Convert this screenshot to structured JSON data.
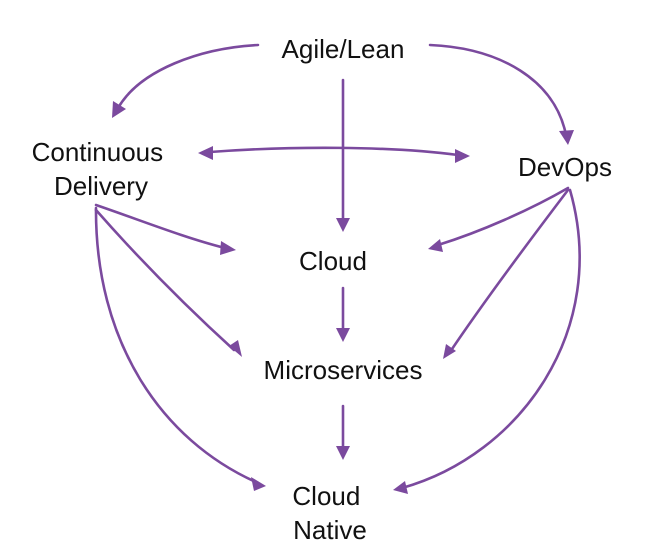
{
  "colors": {
    "edge": "#7b4a9e",
    "text": "#111111",
    "background": "#ffffff"
  },
  "nodes": {
    "agile_lean": {
      "label": "Agile/Lean"
    },
    "continuous_delivery": {
      "lines": [
        "Continuous",
        "Delivery"
      ]
    },
    "devops": {
      "label": "DevOps"
    },
    "cloud": {
      "label": "Cloud"
    },
    "microservices": {
      "label": "Microservices"
    },
    "cloud_native": {
      "lines": [
        "Cloud",
        "Native"
      ]
    }
  },
  "edges": [
    {
      "from": "Agile/Lean",
      "to": "Continuous Delivery"
    },
    {
      "from": "Agile/Lean",
      "to": "DevOps"
    },
    {
      "from": "Agile/Lean",
      "to": "Cloud"
    },
    {
      "from": "Continuous Delivery",
      "to": "DevOps",
      "bidirectional": true
    },
    {
      "from": "Continuous Delivery",
      "to": "Cloud"
    },
    {
      "from": "Continuous Delivery",
      "to": "Microservices"
    },
    {
      "from": "Continuous Delivery",
      "to": "Cloud Native"
    },
    {
      "from": "DevOps",
      "to": "Cloud"
    },
    {
      "from": "DevOps",
      "to": "Microservices"
    },
    {
      "from": "DevOps",
      "to": "Cloud Native"
    },
    {
      "from": "Cloud",
      "to": "Microservices"
    },
    {
      "from": "Microservices",
      "to": "Cloud Native"
    }
  ]
}
